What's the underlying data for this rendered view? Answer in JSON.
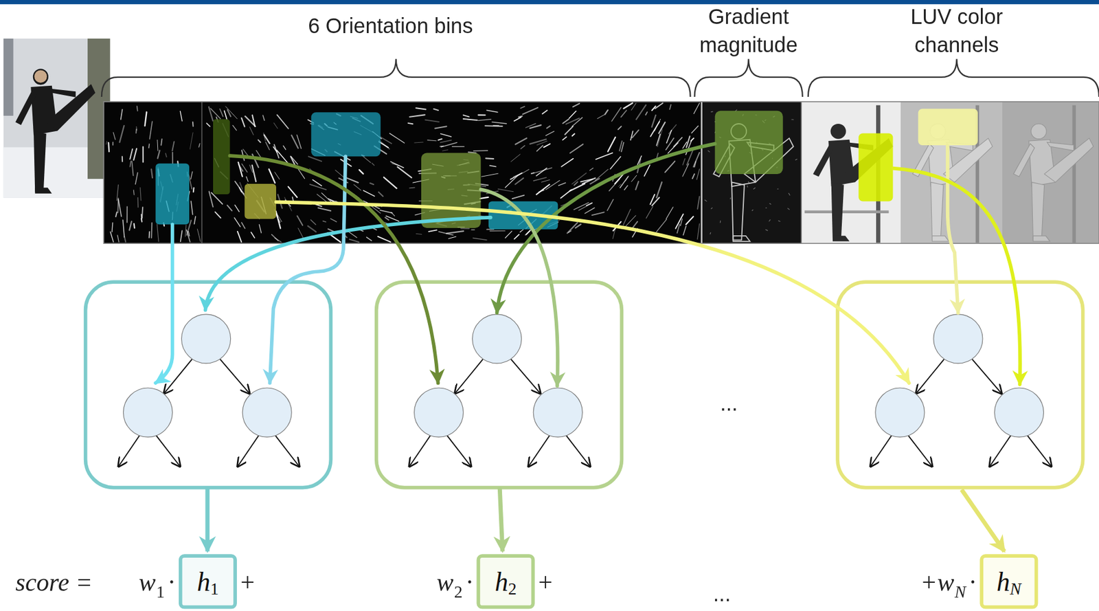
{
  "diagram": {
    "nodes": [
      {
        "text": [
          "h",
          "1"
        ]
      },
      {
        "text": [
          "h",
          "2"
        ]
      },
      {
        "text": [
          "h",
          "N"
        ]
      }
    ],
    "labels": [
      "6 Orientation bins",
      "Gradient magnitude",
      "LUV color channels",
      "...",
      "score =",
      "w",
      "1",
      "·",
      "+",
      "w",
      "2",
      "·",
      "+",
      "...",
      "+w",
      "N",
      "·"
    ]
  }
}
